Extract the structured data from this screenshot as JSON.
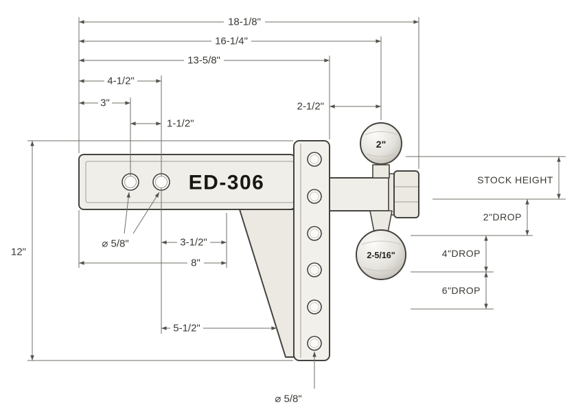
{
  "diagram": {
    "model": "ED-306",
    "dimensions": {
      "overall_length": "18-1/8\"",
      "length_to_ball_center": "16-1/4\"",
      "length_to_channel_face": "13-5/8\"",
      "second_hole_offset": "4-1/2\"",
      "first_hole_offset": "3\"",
      "hole_spacing": "1-1/2\"",
      "channel_face_to_ball_center": "2-1/2\"",
      "overall_height": "12\"",
      "shank_hole_diameter": "⌀ 5/8\"",
      "hole_to_gusset": "3-1/2\"",
      "shank_length": "8\"",
      "gusset_edge": "5-1/2\"",
      "channel_hole_diameter": "⌀ 5/8\"",
      "top_ball_size": "2\"",
      "bottom_ball_size": "2-5/16\""
    },
    "labels": {
      "stock_height": "STOCK HEIGHT",
      "drop_2": "2\"DROP",
      "drop_4": "4\"DROP",
      "drop_6": "6\"DROP"
    }
  }
}
